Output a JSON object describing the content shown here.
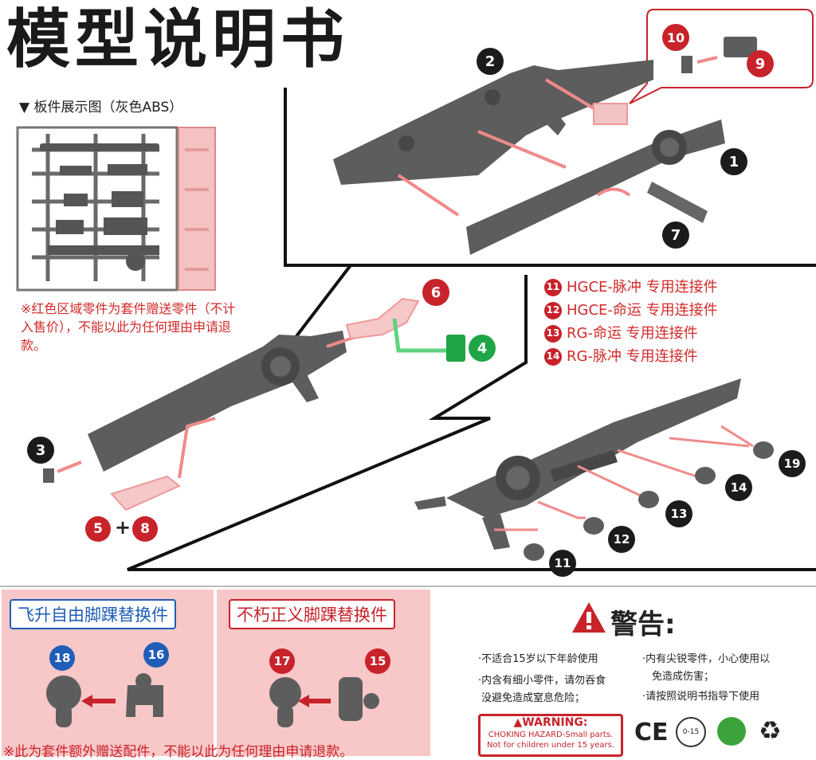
{
  "title": "模型说明书",
  "sprue": {
    "caption": "▼ 板件展示图（灰色ABS）",
    "note": "※红色区域零件为套件赠送零件（不计入售价），不能以此为任何理由申请退款。"
  },
  "callouts": {
    "n1": "1",
    "n2": "2",
    "n3": "3",
    "n4": "4",
    "n5": "5",
    "n6": "6",
    "n7": "7",
    "n8": "8",
    "n9": "9",
    "n10": "10",
    "n11": "11",
    "n12": "12",
    "n13": "13",
    "n14": "14",
    "n15": "15",
    "n16": "16",
    "n17": "17",
    "n18": "18",
    "n19": "19",
    "plus": "+"
  },
  "legend": [
    {
      "num": "11",
      "text": "HGCE-脉冲  专用连接件"
    },
    {
      "num": "12",
      "text": "HGCE-命运  专用连接件"
    },
    {
      "num": "13",
      "text": "RG-命运  专用连接件"
    },
    {
      "num": "14",
      "text": "RG-脉冲  专用连接件"
    }
  ],
  "bottom": {
    "tab_left": "飞升自由脚踝替换件",
    "tab_right": "不朽正义脚踝替换件",
    "footnote": "※此为套件额外赠送配件，不能以此为任何理由申请退款。"
  },
  "warning": {
    "title": "警告:",
    "items": [
      "·不适合15岁以下年龄使用",
      "·内有尖锐零件，小心使用以",
      "免造成伤害；",
      "·内含有细小零件，请勿吞食",
      "没避免造成窒息危险；",
      "·请按照说明书指导下使用"
    ],
    "choke_title": "▲WARNING:",
    "choke_line1": "CHOKING HAZARD-Small parts.",
    "choke_line2": "Not for children under 15 years.",
    "age_mark": "0-15",
    "ce": "CE"
  },
  "colors": {
    "accent_red": "#c8222a",
    "green": "#1fa545",
    "blue": "#1f5db8",
    "part_gray": "#5d5d5d",
    "pink": "#f3a3a3"
  }
}
